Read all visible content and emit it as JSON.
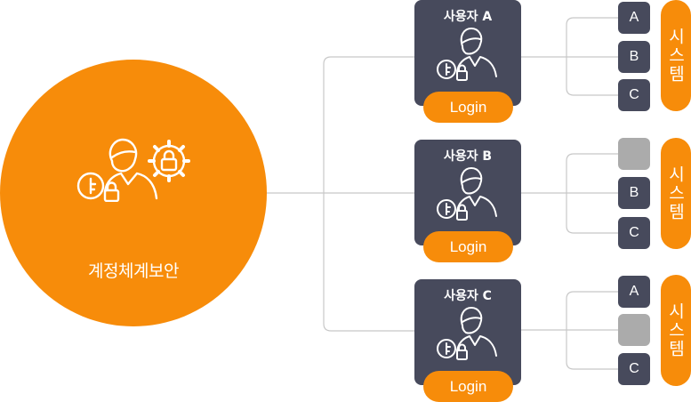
{
  "hub": {
    "label": "계정체계보안",
    "color": "#F78C0A",
    "icon": "user-key-lock-gear-icon"
  },
  "users": [
    {
      "name": "사용자 A",
      "login_label": "Login",
      "systems": [
        {
          "label": "A",
          "state": "active"
        },
        {
          "label": "B",
          "state": "active"
        },
        {
          "label": "C",
          "state": "active"
        }
      ]
    },
    {
      "name": "사용자 B",
      "login_label": "Login",
      "systems": [
        {
          "label": "",
          "state": "inactive"
        },
        {
          "label": "B",
          "state": "active"
        },
        {
          "label": "C",
          "state": "active"
        }
      ]
    },
    {
      "name": "사용자 C",
      "login_label": "Login",
      "systems": [
        {
          "label": "A",
          "state": "active"
        },
        {
          "label": "",
          "state": "inactive"
        },
        {
          "label": "C",
          "state": "active"
        }
      ]
    }
  ],
  "system_group_label": "시스템",
  "colors": {
    "accent": "#F78C0A",
    "card": "#474A5C",
    "inactive": "#ABABAB",
    "line": "#C8C8C8"
  }
}
